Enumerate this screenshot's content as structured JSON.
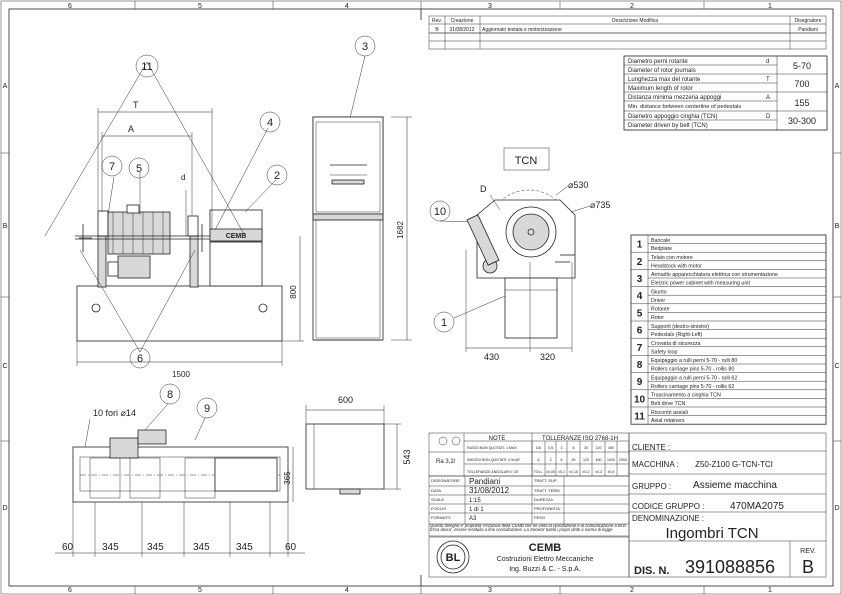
{
  "border": {
    "col_top": [
      "6",
      "5",
      "4",
      "3",
      "2",
      "1"
    ],
    "col_bottom": [
      "6",
      "5",
      "4",
      "3",
      "2",
      "1"
    ],
    "row_left": [
      "A",
      "B",
      "C",
      "D"
    ],
    "row_right": [
      "A",
      "B",
      "C",
      "D"
    ]
  },
  "revision": {
    "headers": [
      "Rev.",
      "Creazione",
      "Descrizione Modifica",
      "Disegnatore"
    ],
    "row": [
      "B",
      "31/08/2012",
      "Aggiornato testata e motorizzazione",
      "Pandiani"
    ]
  },
  "params": [
    {
      "it": "Diametro perni rotante",
      "en": "Diameter of rotor journals",
      "sym": "d",
      "val": "5-70"
    },
    {
      "it": "Lunghezza max del rotante",
      "en": "Maximum length of rotor",
      "sym": "T",
      "val": "700"
    },
    {
      "it": "Distanza minima mezzeria appoggi",
      "en": "Min. distance between centerline of pedestals",
      "sym": "A",
      "val": "155"
    },
    {
      "it": "Diametro appoggio cinghia (TCN)",
      "en": "Diameter driven by belt (TCN)",
      "sym": "D",
      "val": "30-300"
    }
  ],
  "views": {
    "tcn_label": "TCN",
    "front": {
      "dim_T": "T",
      "dim_A": "A",
      "dim_d": "d",
      "dim_height": "800",
      "dim_length": "1500"
    },
    "side": {
      "dim_height": "1682"
    },
    "tcn": {
      "dim_530": "⌀530",
      "dim_735": "⌀735",
      "dim_D": "D",
      "dim_430": "430",
      "dim_320": "320"
    },
    "plan": {
      "holes": "10 fori ⌀14",
      "dim_365": "365",
      "dims_bottom": [
        "60",
        "345",
        "345",
        "345",
        "345",
        "60"
      ]
    },
    "small": {
      "dim_600": "600",
      "dim_543": "543"
    }
  },
  "balloons": [
    "11",
    "7",
    "5",
    "4",
    "3",
    "2",
    "6",
    "10",
    "1",
    "8",
    "9"
  ],
  "parts": [
    {
      "n": "1",
      "it": "Bancale",
      "en": "Bedplate"
    },
    {
      "n": "2",
      "it": "Telaio con motore",
      "en": "Headstock with motor"
    },
    {
      "n": "3",
      "it": "Armadio apparecchiatura elettrica con strumentazione",
      "en": "Electric power cabinet with measuring unit"
    },
    {
      "n": "4",
      "it": "Giunto",
      "en": "Driver"
    },
    {
      "n": "5",
      "it": "Rotante",
      "en": "Rotor"
    },
    {
      "n": "6",
      "it": "Supporti (destro-sinistro)",
      "en": "Pedestals (Right-Left)"
    },
    {
      "n": "7",
      "it": "Crovatta di sicurezza",
      "en": "Safety loop"
    },
    {
      "n": "8",
      "it": "Equipaggio a rulli perni 5-70 - rulli 80",
      "en": "Rollers carriage pins 5-70 - rollis 80"
    },
    {
      "n": "9",
      "it": "Equipaggio a rulli perni 5-70 - rulli 62",
      "en": "Rollers carriage pins 5-70 - rollis 62"
    },
    {
      "n": "10",
      "it": "Trascinamento a cinghia TCN",
      "en": "Belt drive TCN"
    },
    {
      "n": "11",
      "it": "Riscontri assiali",
      "en": "Axial retainers"
    }
  ],
  "tolerances": {
    "note": "NOTE",
    "header": "TOLLERANZE ISO 2768-1H",
    "rows": [
      "RAGGI NON QUOTATI: 1 MAX",
      "SMUSSI NON QUOTATI: 0,5x45°",
      "TOLLERANZE ANGOLARI ± 30'"
    ],
    "ranges": [
      "DA",
      "0,5",
      "3",
      "6",
      "30",
      "120",
      "400"
    ],
    "ranges2": [
      "A",
      "3",
      "6",
      "30",
      "120",
      "400",
      "1000",
      "2000"
    ],
    "toll": [
      "TOLL.",
      "±0,05",
      "±0,1",
      "±0,15",
      "±0,2",
      "±0,3",
      "±0,5"
    ],
    "ra": "Ra 3,2/"
  },
  "titleblock": {
    "labels": [
      "DISEGNATORE",
      "DATA",
      "SCALE",
      "FOGLIO",
      "FORMATO"
    ],
    "values": [
      "Pandiani",
      "31/08/2012",
      "1:15",
      "1 di 1",
      "A3"
    ],
    "treatments": [
      "TRATT. SUP.",
      "TRATT. TERM.",
      "DUREZZA",
      "PROFONDITA'",
      "PESO"
    ],
    "disclaimer": "Questo disegno e' proprieta' esclusiva della CEMB che ne vieta la riproduzione e la comunicazione a terzi. Essa dovra', essere restituita a fine consultazione. La Societa' tutela i propri diritti a norma di legge",
    "cliente_label": "CLIENTE :",
    "macchina_label": "MACCHINA :",
    "macchina_val": "Z50-Z100 G-TCN-TCI",
    "gruppo_label": "GRUPPO :",
    "gruppo_val": "Assieme macchina",
    "codice_label": "CODICE GRUPPO :",
    "codice_val": "470MA2075",
    "denominazione_label": "DENOMINAZIONE :",
    "denominazione_val": "Ingombri TCN",
    "company": "CEMB",
    "company_sub1": "Costruzioni Elettro Meccaniche",
    "company_sub2": "Ing. Buzzi & C. - S.p.A.",
    "dis_label": "DIS. N.",
    "dis_val": "391088856",
    "rev_label": "REV.",
    "rev_val": "B",
    "logo": "BL"
  }
}
